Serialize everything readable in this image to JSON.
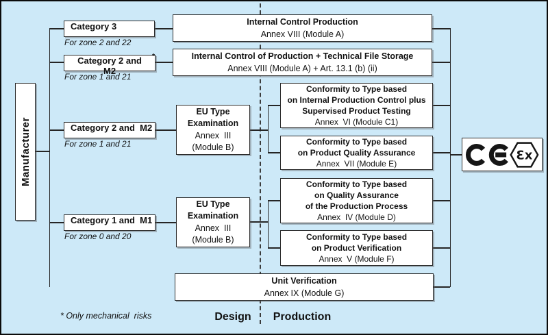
{
  "manufacturer": "Manufacturer",
  "categories": [
    {
      "label": "Category 3",
      "zone": "For zone 2 and 22"
    },
    {
      "label": "Category 2 and  M2",
      "sup": "*",
      "zone": "For zone 1 and 21"
    },
    {
      "label": "Category 2 and  M2",
      "zone": "For zone 1 and 21"
    },
    {
      "label": "Category 1 and  M1",
      "zone": "For zone 0 and 20"
    }
  ],
  "boxes": {
    "internal_control": {
      "title": "Internal Control Production",
      "annex": "Annex VIII (Module A)"
    },
    "internal_control_tfs": {
      "title": "Internal Control of Production + Technical File Storage",
      "annex": "Annex VIII (Module A) + Art. 13.1 (b) (ii)"
    },
    "eu_type": {
      "title": "EU Type\nExamination",
      "annex": "Annex  III\n(Module B)"
    },
    "module_c1": {
      "title": "Conformity to Type based\non Internal Production Control plus\nSupervised Product Testing",
      "annex": "Annex  VI (Module C1)"
    },
    "module_e": {
      "title": "Conformity to Type based\non Product Quality Assurance",
      "annex": "Annex  VII (Module E)"
    },
    "module_d": {
      "title": "Conformity to Type based\non Quality Assurance\nof the Production Process",
      "annex": "Annex  IV (Module D)"
    },
    "module_f": {
      "title": "Conformity to Type based\non Product Verification",
      "annex": "Annex  V (Module F)"
    },
    "unit_verification": {
      "title": "Unit Verification",
      "annex": "Annex IX (Module G)"
    }
  },
  "phases": {
    "design": "Design",
    "production": "Production"
  },
  "note": "* Only mechanical  risks",
  "marking": {
    "ce": "CE",
    "ex": "Ɛx"
  },
  "colors": {
    "background": "#cde9f8",
    "box_fill": "#ffffff",
    "line": "#252525"
  }
}
